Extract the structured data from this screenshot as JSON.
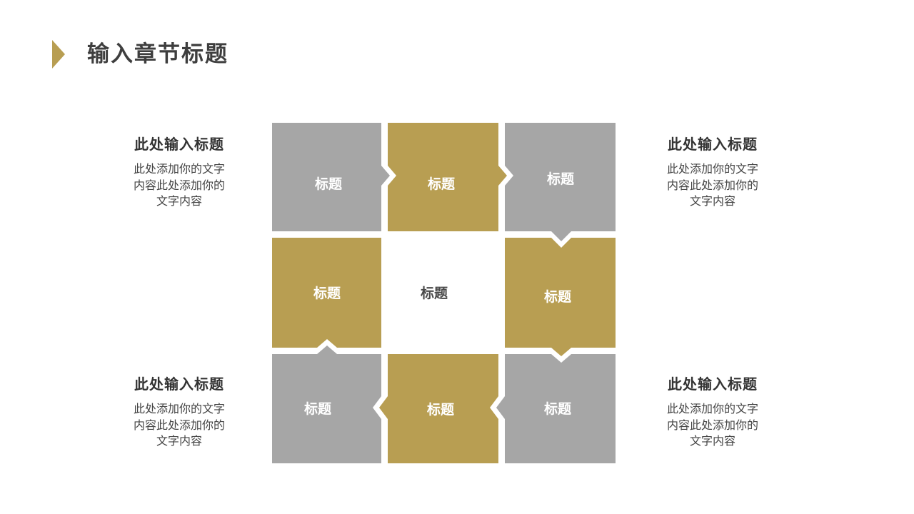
{
  "page": {
    "title": "输入章节标题"
  },
  "colors": {
    "gold": "#b89e52",
    "gray": "#a6a6a6",
    "title": "#3e3e3e"
  },
  "tiles": [
    {
      "label": "标题",
      "color": "gray"
    },
    {
      "label": "标题",
      "color": "gold"
    },
    {
      "label": "标题",
      "color": "gray"
    },
    {
      "label": "标题",
      "color": "gold"
    },
    {
      "label": "标题",
      "color": "gold"
    },
    {
      "label": "标题",
      "color": "gray"
    },
    {
      "label": "标题",
      "color": "gold"
    },
    {
      "label": "标题",
      "color": "gray"
    }
  ],
  "center": {
    "label": "标题"
  },
  "callouts": [
    {
      "title": "此处输入标题",
      "body": "此处添加你的文字内容此处添加你的文字内容"
    },
    {
      "title": "此处输入标题",
      "body": "此处添加你的文字内容此处添加你的文字内容"
    },
    {
      "title": "此处输入标题",
      "body": "此处添加你的文字内容此处添加你的文字内容"
    },
    {
      "title": "此处输入标题",
      "body": "此处添加你的文字内容此处添加你的文字内容"
    }
  ]
}
